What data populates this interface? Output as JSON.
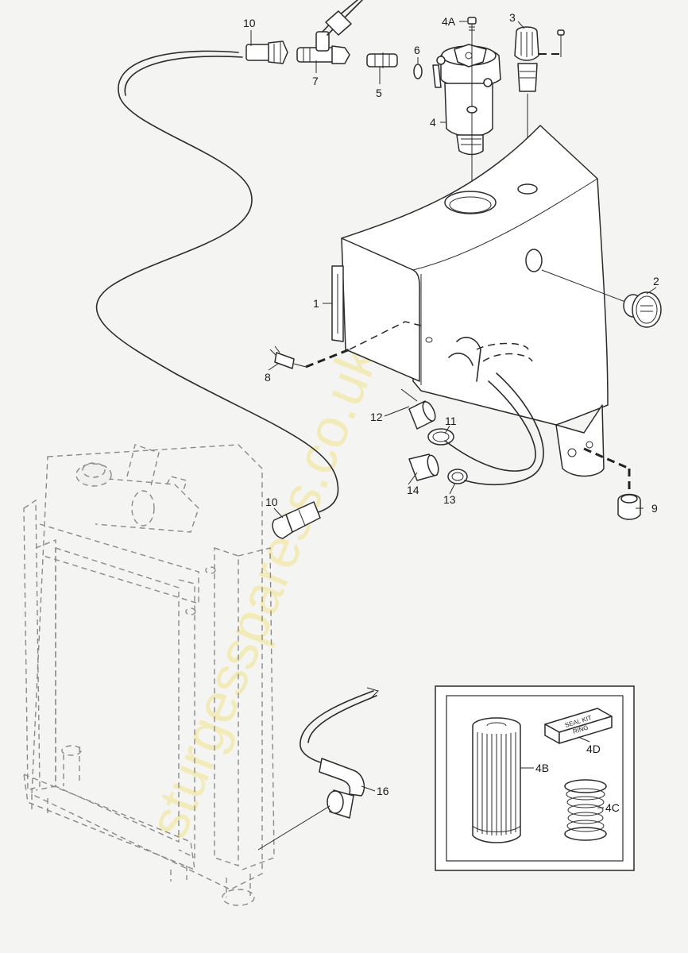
{
  "watermark": "sturgessparess.co.uk",
  "callouts": {
    "c1": "1",
    "c2": "2",
    "c3": "3",
    "c4": "4",
    "c4a": "4A",
    "c4b": "4B",
    "c4c": "4C",
    "c4d": "4D",
    "c5": "5",
    "c6": "6",
    "c7": "7",
    "c8": "8",
    "c9": "9",
    "c10a": "10",
    "c10b": "10",
    "c11": "11",
    "c12": "12",
    "c13": "13",
    "c14": "14",
    "c16": "16"
  },
  "seal_kit": {
    "line1": "SEAL KIT",
    "line2": "RING"
  }
}
